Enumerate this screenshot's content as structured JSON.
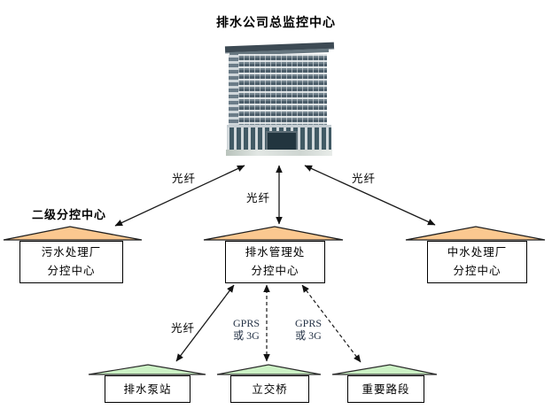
{
  "diagram": {
    "title": "排水公司总监控中心",
    "level2_section_label": "二级分控中心"
  },
  "nodes": {
    "headquarters": {
      "label": "排水公司总监控中心",
      "icon": "building-photo"
    },
    "level2": [
      {
        "line1": "污水处理厂",
        "line2": "分控中心"
      },
      {
        "line1": "排水管理处",
        "line2": "分控中心"
      },
      {
        "line1": "中水处理厂",
        "line2": "分控中心"
      }
    ],
    "level3": [
      {
        "label": "排水泵站"
      },
      {
        "label": "立交桥"
      },
      {
        "label": "重要路段"
      }
    ]
  },
  "links": {
    "fiber_label": "光纤",
    "gprs_line1": "GPRS",
    "gprs_line2": "或 3G"
  },
  "colors": {
    "roof_orange": "#FBC890",
    "roof_green": "#CCF2C5",
    "arrow": "#1a1a1a",
    "outline": "#1f1f1f"
  }
}
